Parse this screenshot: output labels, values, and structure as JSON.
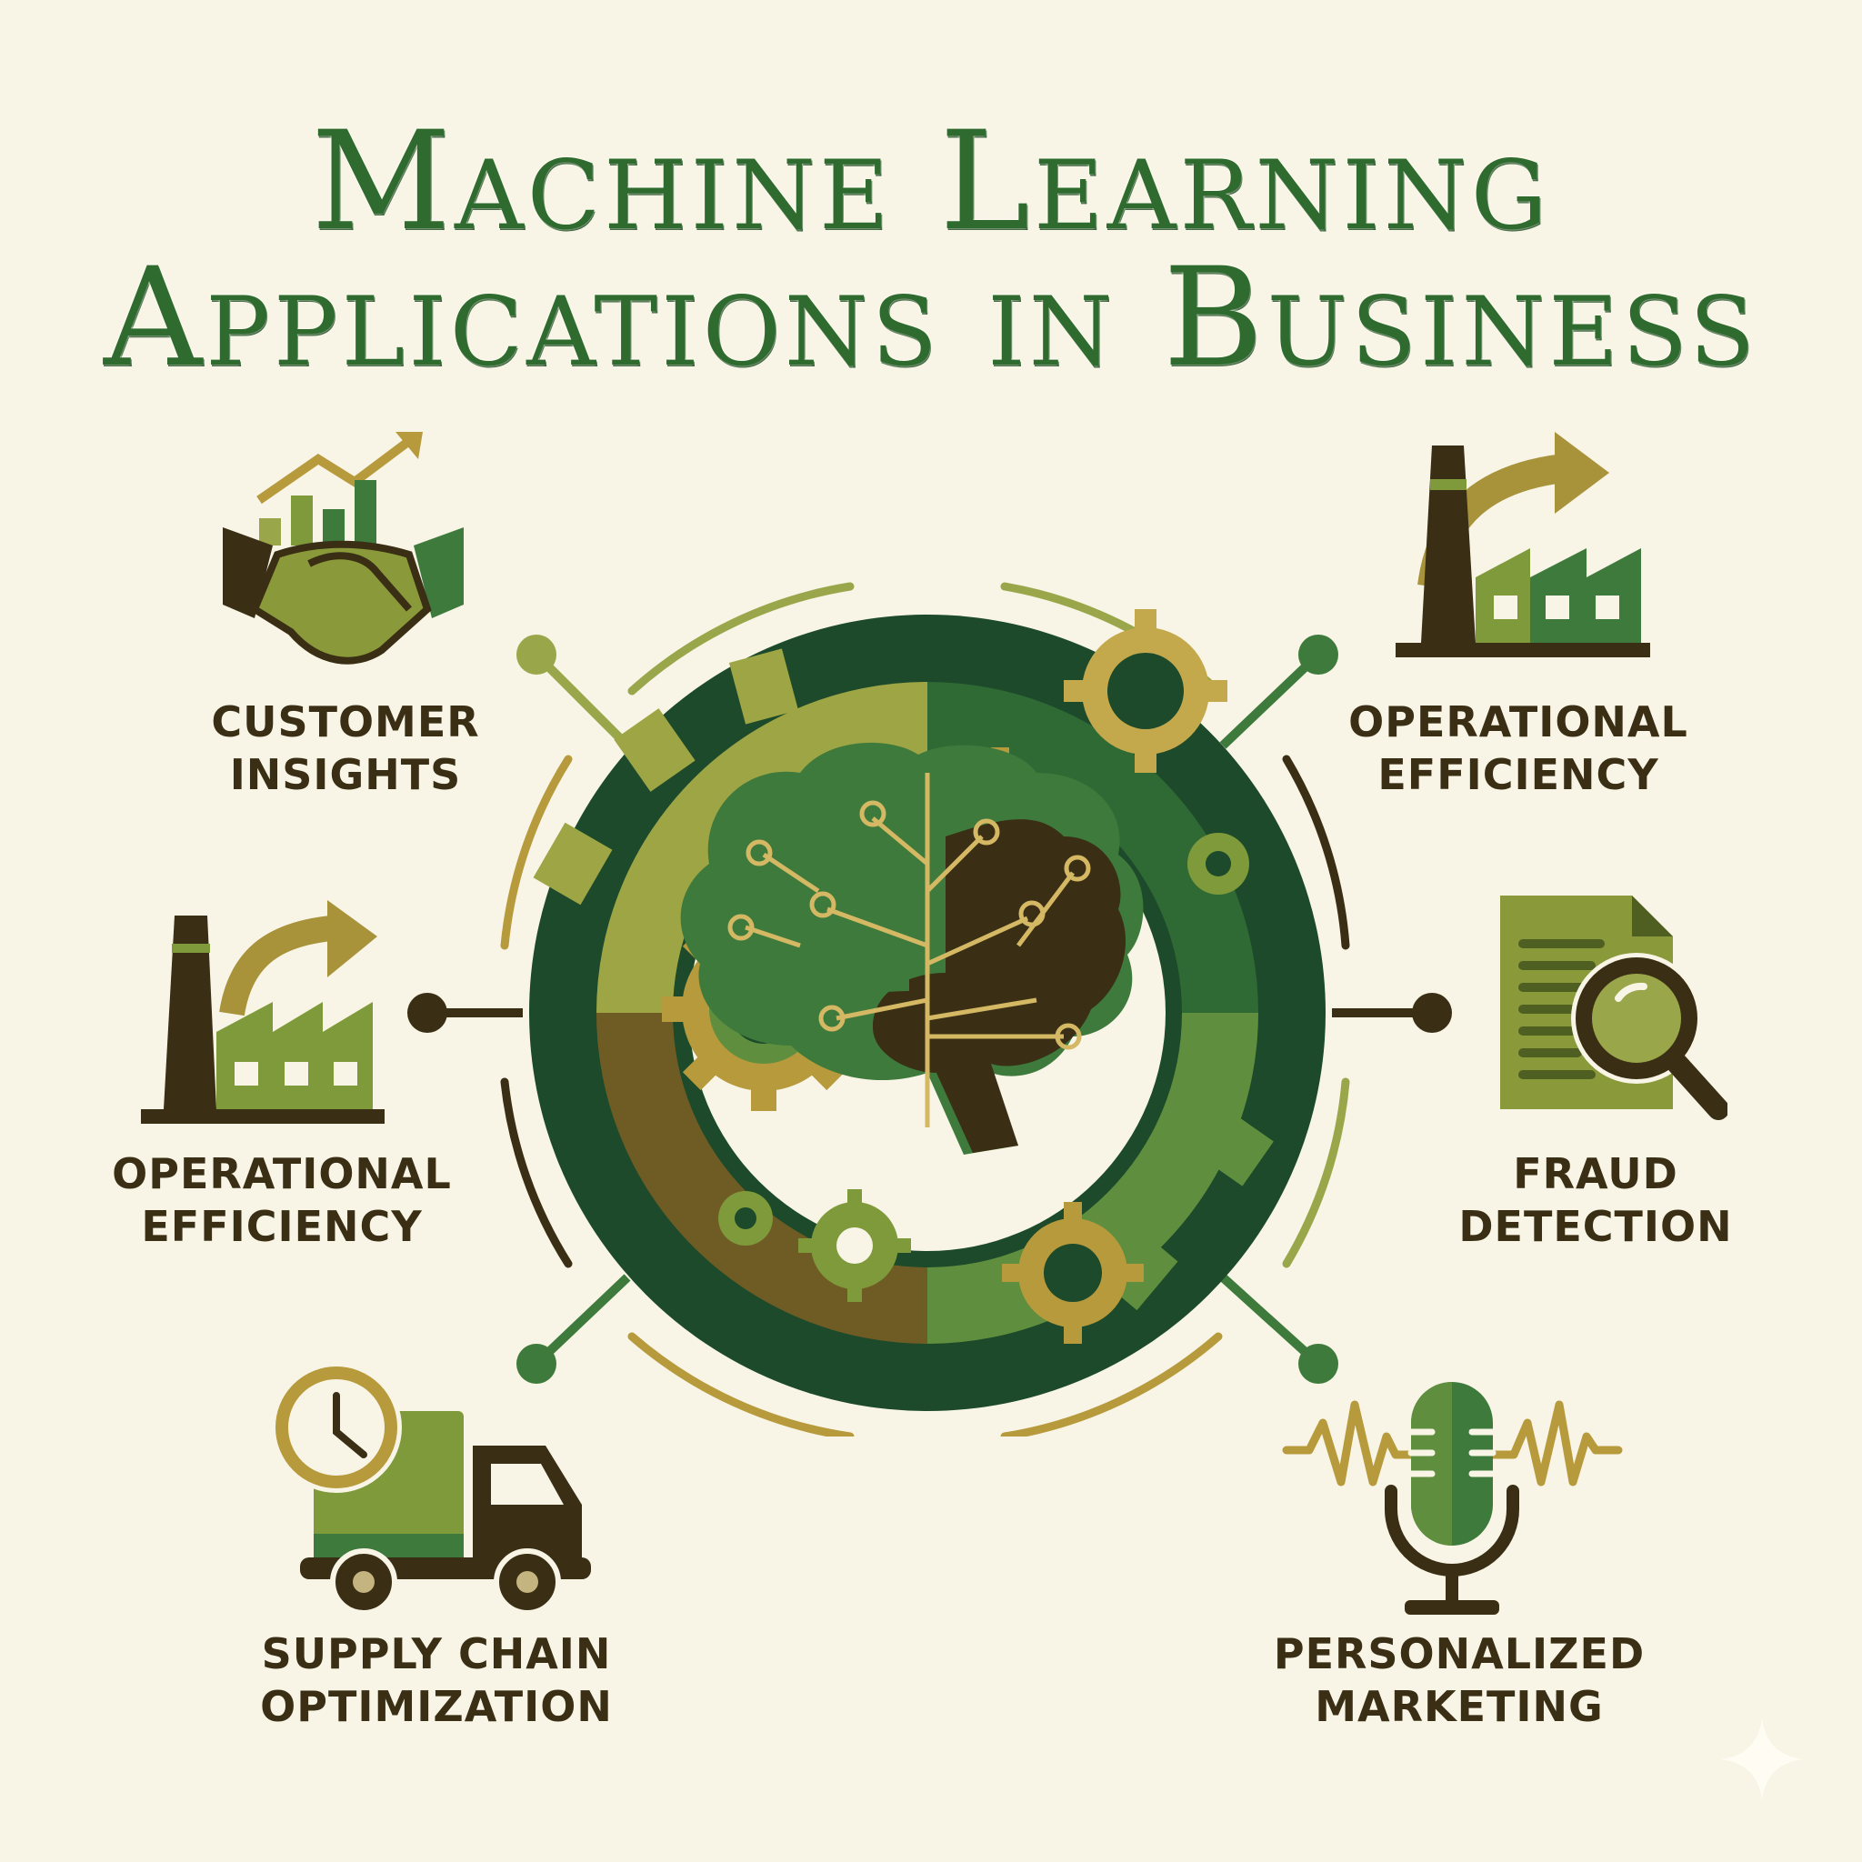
{
  "title": {
    "line1": "Machine Learning",
    "line2": "Applications in Business"
  },
  "center": {
    "icon": "brain-circuit-gears-icon",
    "description": "Circuit brain inside gear ring"
  },
  "applications": [
    {
      "id": "customer-insights",
      "line1": "CUSTOMER",
      "line2": "INSIGHTS",
      "icon": "handshake-chart-icon",
      "position": "top-left"
    },
    {
      "id": "operational-efficiency-right",
      "line1": "OPERATIONAL",
      "line2": "EFFICIENCY",
      "icon": "factory-arrow-icon",
      "position": "top-right"
    },
    {
      "id": "operational-efficiency-left",
      "line1": "OPERATIONAL",
      "line2": "EFFICIENCY",
      "icon": "factory-arrow-icon",
      "position": "middle-left"
    },
    {
      "id": "fraud-detection",
      "line1": "FRAUD",
      "line2": "DETECTION",
      "icon": "document-magnifier-icon",
      "position": "middle-right"
    },
    {
      "id": "supply-chain-optimization",
      "line1": "SUPPLY CHAIN",
      "line2": "OPTIMIZATION",
      "icon": "truck-clock-icon",
      "position": "bottom-left"
    },
    {
      "id": "personalized-marketing",
      "line1": "PERSONALIZED",
      "line2": "MARKETING",
      "icon": "microphone-soundwave-icon",
      "position": "bottom-right"
    }
  ],
  "colors": {
    "background": "#f8f5e6",
    "title_green": "#2f6b2f",
    "dark_green": "#1c4a2a",
    "mid_green": "#3e7a3c",
    "olive": "#7f9a3a",
    "gold": "#b79a3c",
    "dark_brown": "#3a2e14"
  }
}
